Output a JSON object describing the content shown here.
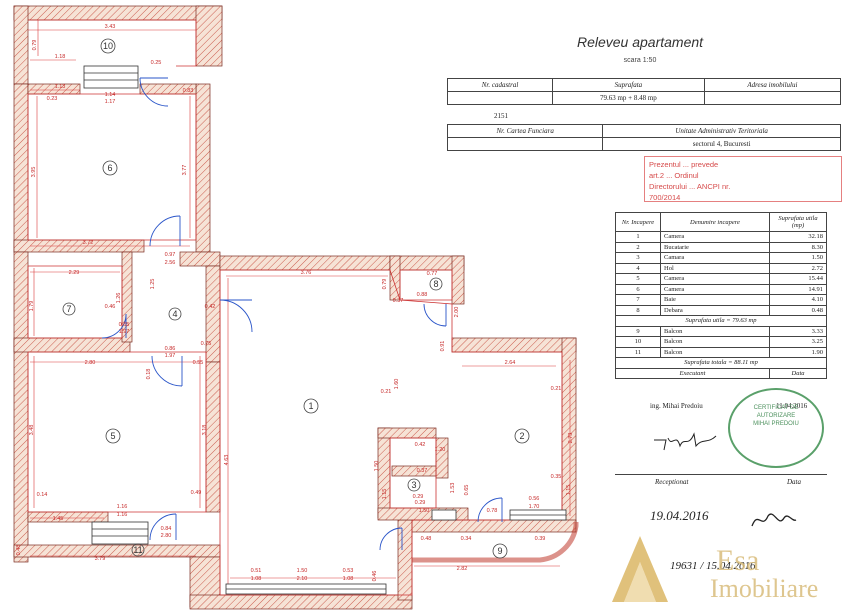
{
  "header": {
    "title": "Releveu apartament",
    "scale": "scara 1:50"
  },
  "top_table": {
    "nr_cadastral_label": "Nr. cadastral",
    "suprafata_label": "Suprafata",
    "adresa_label": "Adresa imobilului",
    "suprafata_value": "79.63 mp + 8.48 mp",
    "nr_cadastral_value": "2151",
    "cartea_label": "Nr. Cartea Funciara",
    "uat_label": "Unitate Administrativ Teritoriala",
    "uat_value": "sectorul 4, Bucuresti"
  },
  "stamp_text": {
    "line1": "Prezentul ... prevede",
    "line2": "art.2 ... Ordinul",
    "line3": "Directorului ... ANCPI nr.",
    "line4": "700/2014"
  },
  "rooms_table": {
    "col_nr": "Nr. Incapere",
    "col_name": "Denumire incapere",
    "col_area": "Suprafata utila (mp)",
    "rows": [
      {
        "nr": "1",
        "name": "Camera",
        "area": "32.18"
      },
      {
        "nr": "2",
        "name": "Bucatarie",
        "area": "8.30"
      },
      {
        "nr": "3",
        "name": "Camara",
        "area": "1.50"
      },
      {
        "nr": "4",
        "name": "Hol",
        "area": "2.72"
      },
      {
        "nr": "5",
        "name": "Camera",
        "area": "15.44"
      },
      {
        "nr": "6",
        "name": "Camera",
        "area": "14.91"
      },
      {
        "nr": "7",
        "name": "Baie",
        "area": "4.10"
      },
      {
        "nr": "8",
        "name": "Debara",
        "area": "0.48"
      }
    ],
    "util_total": "Suprafata utila = 79.63 mp",
    "balcony_rows": [
      {
        "nr": "9",
        "name": "Balcon",
        "area": "3.33"
      },
      {
        "nr": "10",
        "name": "Balcon",
        "area": "3.25"
      },
      {
        "nr": "11",
        "name": "Balcon",
        "area": "1.90"
      }
    ],
    "total": "Suprafata totala = 88.11 mp"
  },
  "signatures": {
    "executant_label": "Executant",
    "data_label": "Data",
    "executant_name": "ing. Mihai Predoiu",
    "executant_date": "11.04.2016",
    "receptionat_label": "Receptionat",
    "receptionat_data_label": "Data",
    "hand_date1": "19.04.2016",
    "hand_date2": "19631 / 15.04.2016"
  },
  "seal_text": {
    "line1": "CERTIFICAT DE",
    "line2": "AUTORIZARE",
    "line3": "MIHAI PREDOIU"
  },
  "watermark": {
    "brand_line1": "Esa",
    "brand_line2": "Imobiliare",
    "brand_color": "#c9a24a"
  },
  "plan": {
    "wall_hatch_color": "#c0392b",
    "room_labels": [
      "1",
      "2",
      "3",
      "4",
      "5",
      "6",
      "7",
      "8",
      "9",
      "10",
      "11"
    ],
    "dims": {
      "d_top_10": "3.43",
      "d_10_side": "0.79",
      "d_10_a": "1.18",
      "d_10_b": "0.25",
      "d_6_top": "1.13",
      "d_6_a": "0.23",
      "d_6_door": "1.14",
      "d_6_door2": "1.17",
      "d_6_right": "0.83",
      "d_6_h": "3.77",
      "d_6_left": "3.95",
      "d_6_w": "3.72",
      "d_4_a": "0.97",
      "d_4_b": "2.56",
      "d_4_c": "1.25",
      "d_7_w": "2.29",
      "d_7_h": "1.79",
      "d_7_door": "1.26",
      "d_7_b": "0.46",
      "d_4_d": "0.42",
      "d_4_e": "0.65",
      "d_4_f": "1.97",
      "d_4_g": "0.75",
      "d_1_top": "3.76",
      "d_8_a": "0.77",
      "d_8_b": "0.79",
      "d_8_c": "0.37",
      "d_8_d": "0.88",
      "d_8_e": "2.00",
      "d_1_right": "0.91",
      "d_5_w": "2.80",
      "d_5_a": "0.86",
      "d_5_b": "1.97",
      "d_5_c": "0.18",
      "d_5_d": "0.55",
      "d_5_h": "3.48",
      "d_1_h": "4.63",
      "d_1_h2": "3.18",
      "d_2_w": "2.64",
      "d_2_a": "0.21",
      "d_2_h": "2.73",
      "d_1_a": "0.21",
      "d_1_b": "1.60",
      "d_3_w": "1.20",
      "d_3_a": "1.50",
      "d_5_e": "0.14",
      "d_5_f": "0.49",
      "d_5_g": "1.45",
      "d_11_a": "1.16",
      "d_11_b": "1.16",
      "d_11_c": "0.84",
      "d_11_d": "2.80",
      "d_11_w": "3.79",
      "d_11_e": "0.48",
      "d_1_c": "0.51",
      "d_1_d": "1.08",
      "d_1_e": "1.50",
      "d_1_f": "2.10",
      "d_1_g": "0.53",
      "d_1_h3": "1.08",
      "d_1_i": "0.46",
      "d_9_a": "2.82",
      "d_9_b": "0.39",
      "d_9_c": "0.78",
      "d_9_d": "0.56",
      "d_9_e": "1.70",
      "d_3_b": "0.29",
      "d_3_c": "0.37",
      "d_3_d": "1.53",
      "d_3_e": "0.29",
      "d_3_f": "1.50",
      "d_3_g": "0.48",
      "d_3_h": "0.34",
      "d_3_i": "0.65",
      "d_3_j": "1.15",
      "d_2_b": "0.35",
      "d_2_c": "1.15",
      "d_3_k": "0.42"
    }
  }
}
